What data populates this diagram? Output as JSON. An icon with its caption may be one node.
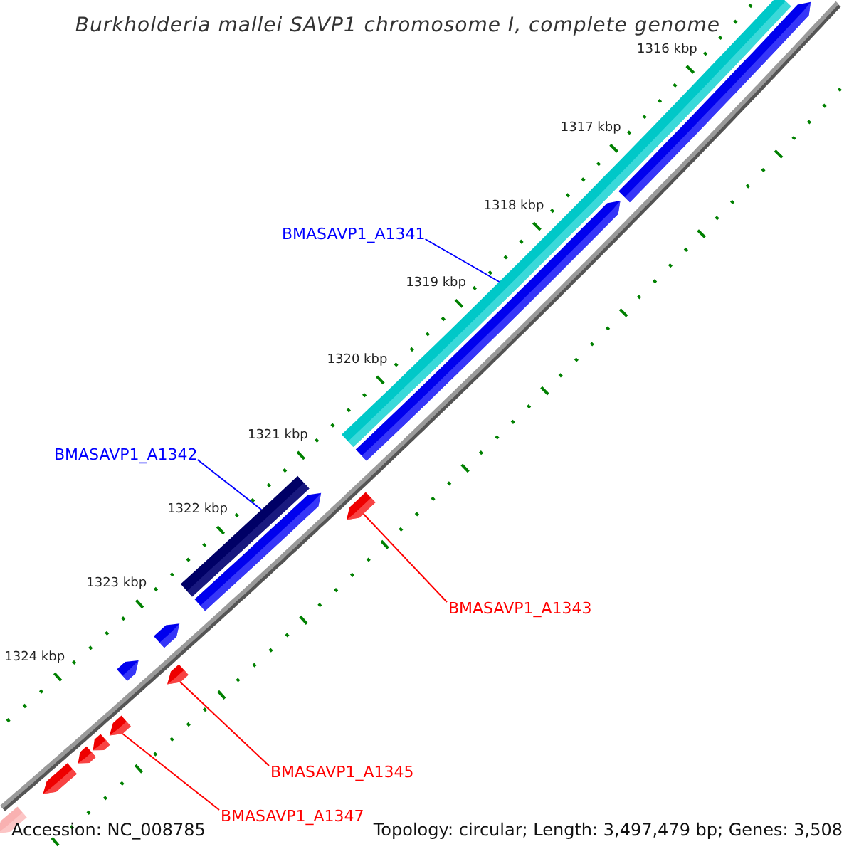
{
  "diagram": {
    "title": "Burkholderia mallei SAVP1 chromosome I, complete genome",
    "nodes": [
      {
        "text": [
          "BMASAVP1_A1341"
        ]
      },
      {
        "text": [],
        "shape": "bar"
      },
      {
        "text": [
          "BMASAVP1_A1342"
        ]
      },
      {
        "text": [],
        "shape": "bar"
      },
      {
        "text": [
          "BMASAVP1_A1343"
        ]
      },
      {
        "text": [],
        "shape": "arrow"
      },
      {
        "text": [
          "BMASAVP1_A1345"
        ]
      },
      {
        "text": [],
        "shape": "arrow"
      },
      {
        "text": [
          "BMASAVP1_A1347"
        ]
      },
      {
        "text": [],
        "shape": "arrow"
      },
      {
        "text": [],
        "shape": "arrow"
      },
      {
        "text": [],
        "shape": "arrow"
      },
      {
        "text": [],
        "shape": "arrow"
      },
      {
        "text": [],
        "shape": "arrow"
      },
      {
        "text": [],
        "shape": "arrow"
      },
      {
        "text": [],
        "shape": "arrow"
      },
      {
        "text": [],
        "shape": "arrow"
      },
      {
        "text": [],
        "shape": "arrow"
      },
      {
        "text": [],
        "shape": "arrow"
      }
    ],
    "edges": [
      {
        "from": 0,
        "to": 1,
        "arrow": "none",
        "color": "#0000ff"
      },
      {
        "from": 2,
        "to": 3,
        "arrow": "none",
        "color": "#0000ff"
      },
      {
        "from": 4,
        "to": 5,
        "arrow": "none"
      },
      {
        "from": 6,
        "to": 7,
        "arrow": "none"
      },
      {
        "from": 8,
        "to": 9,
        "arrow": "none"
      }
    ],
    "labels": [
      "1316 kbp",
      "1317 kbp",
      "1318 kbp",
      "1319 kbp",
      "1320 kbp",
      "1321 kbp",
      "1322 kbp",
      "1323 kbp",
      "1324 kbp",
      "Accession: NC_008785",
      "Topology: circular; Length: 3,497,479 bp; Genes: 3,508"
    ]
  }
}
